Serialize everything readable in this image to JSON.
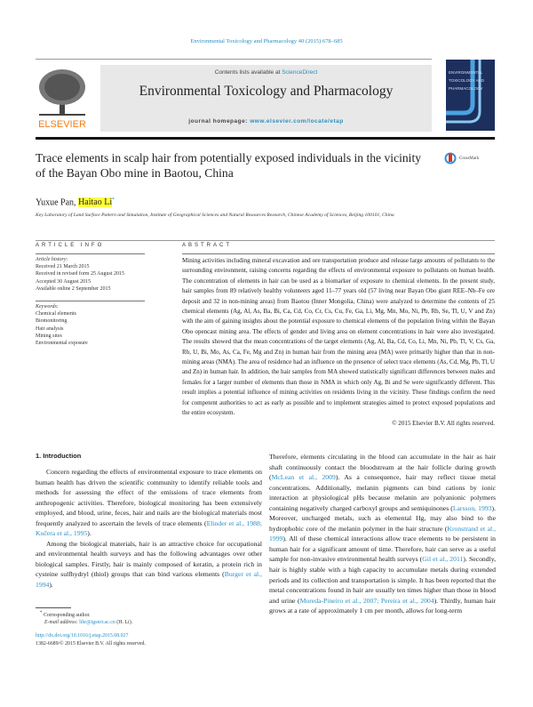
{
  "journal_ref": "Environmental Toxicology and Pharmacology 40 (2015) 678–685",
  "header": {
    "contents_prefix": "Contents lists available at ",
    "contents_link": "ScienceDirect",
    "journal_title": "Environmental Toxicology and Pharmacology",
    "homepage_prefix": "journal homepage: ",
    "homepage_link": "www.elsevier.com/locate/etap",
    "publisher_logo_text": "ELSEVIER",
    "cover_text": "ENVIRONMENTAL TOXICOLOGY AND PHARMACOLOGY"
  },
  "article": {
    "title": "Trace elements in scalp hair from potentially exposed individuals in the vicinity of the Bayan Obo mine in Baotou, China",
    "crossmark_label": "CrossMark",
    "author1": "Yuxue Pan, ",
    "author2": "Haitao Li",
    "author2_mark": "*",
    "affiliation": "Key Laboratory of Land Surface Pattern and Simulation, Institute of Geographical Sciences and Natural Resources Research, Chinese Academy of Sciences, Beijing 100101, China"
  },
  "article_info": {
    "heading": "ARTICLE INFO",
    "history_label": "Article history:",
    "history": [
      "Received 21 March 2015",
      "Received in revised form 25 August 2015",
      "Accepted 30 August 2015",
      "Available online 2 September 2015"
    ],
    "keywords_label": "Keywords:",
    "keywords": [
      "Chemical elements",
      "Biomonitoring",
      "Hair analysis",
      "Mining sites",
      "Environmental exposure"
    ]
  },
  "abstract": {
    "heading": "ABSTRACT",
    "text": "Mining activities including mineral excavation and ore transportation produce and release large amounts of pollutants to the surrounding environment, raising concerns regarding the effects of environmental exposure to pollutants on human health. The concentration of elements in hair can be used as a biomarker of exposure to chemical elements. In the present study, hair samples from 89 relatively healthy volunteers aged 11–77 years old (57 living near Bayan Obo giant REE–Nb–Fe ore deposit and 32 in non-mining areas) from Baotou (Inner Mongolia, China) were analyzed to determine the contents of 25 chemical elements (Ag, Al, As, Ba, Bi, Ca, Cd, Co, Cr, Cs, Cu, Fe, Ga, Li, Mg, Mn, Mo, Ni, Pb, Rb, Se, Tl, U, V and Zn) with the aim of gaining insights about the potential exposure to chemical elements of the population living within the Bayan Obo opencast mining area. The effects of gender and living area on element concentrations in hair were also investigated. The results showed that the mean concentrations of the target elements (Ag, Al, Ba, Cd, Co, Li, Mn, Ni, Pb, Tl, V, Cs, Ga, Rb, U, Bi, Mo, As, Ca, Fe, Mg and Zn) in human hair from the mining area (MA) were primarily higher than that in non-mining areas (NMA). The area of residence had an influence on the presence of select trace elements (As, Cd, Mg, Pb, Tl, U and Zn) in human hair. In addition, the hair samples from MA showed statistically significant differences between males and females for a larger number of elements than those in NMA in which only Ag, Bi and Se were significantly different. This result implies a potential influence of mining activities on residents living in the vicinity. These findings confirm the need for competent authorities to act as early as possible and to implement strategies aimed to protect exposed populations and the entire ecosystem.",
    "copyright": "© 2015 Elsevier B.V. All rights reserved."
  },
  "intro": {
    "heading": "1.  Introduction",
    "left_paragraphs": [
      [
        {
          "t": "Concern regarding the effects of environmental exposure to trace elements on human health has driven the scientific community to identify reliable tools and methods for assessing the effect of the emissions of trace elements from anthropogenic activities. Therefore, biological monitoring has been extensively employed, and blood, urine, feces, hair and nails are the biological materials most frequently analyzed to ascertain the levels of trace elements ("
        },
        {
          "t": "Elinder et al., 1988; Kučera et al., 1995",
          "link": true
        },
        {
          "t": ")."
        }
      ],
      [
        {
          "t": "Among the biological materials, hair is an attractive choice for occupational and environmental health surveys and has the following advantages over other biological samples. Firstly, hair is mainly composed of keratin, a protein rich in cysteine sulfhydryl (thiol) groups that can bind various elements ("
        },
        {
          "t": "Burger et al., 1994",
          "link": true
        },
        {
          "t": ")."
        }
      ]
    ],
    "right_paragraphs": [
      [
        {
          "t": "Therefore, elements circulating in the blood can accumulate in the hair as hair shaft continuously contact the bloodstream at the hair follicle during growth ("
        },
        {
          "t": "McLean et al., 2009",
          "link": true
        },
        {
          "t": "). As a consequence, hair may reflect tissue metal concentrations. Additionally, melanin pigments can bind cations by ionic interaction at physiological pHs because melanin are polyanionic polymers containing negatively charged carboxyl groups and semiquinones ("
        },
        {
          "t": "Larsson, 1993",
          "link": true
        },
        {
          "t": "). Moreover, uncharged metals, such as elemental Hg, may also bind to the hydrophobic core of the melanin polymer in the hair structure ("
        },
        {
          "t": "Kronstrand et al., 1999",
          "link": true
        },
        {
          "t": "). All of these chemical interactions allow trace elements to be persistent in human hair for a significant amount of time. Therefore, hair can serve as a useful sample for non-invasive environmental health surveys ("
        },
        {
          "t": "Gil et al., 2011",
          "link": true
        },
        {
          "t": "). Secondly, hair is highly stable with a high capacity to accumulate metals during extended periods and its collection and transportation is simple. It has been reported that the metal concentrations found in hair are usually ten times higher than those in blood and urine ("
        },
        {
          "t": "Moreda-Pineiro et al., 2007; Pereira et al., 2004",
          "link": true
        },
        {
          "t": "). Thirdly, human hair grows at a rate of approximately 1 cm per month, allows for long-term"
        }
      ]
    ]
  },
  "footnote": {
    "mark": "*",
    "corresponding": "Corresponding author.",
    "email_label": "E-mail address: ",
    "email": "lihr@igsnrr.ac.cn",
    "email_suffix": " (H. Li).",
    "doi": "http://dx.doi.org/10.1016/j.etap.2015.08.027",
    "issn": "1382-6689/© 2015 Elsevier B.V. All rights reserved."
  },
  "colors": {
    "link": "#2a8fc4",
    "highlight": "#ffff3a",
    "elsevier_orange": "#f07c1b",
    "cover": "#1d2f5c"
  }
}
